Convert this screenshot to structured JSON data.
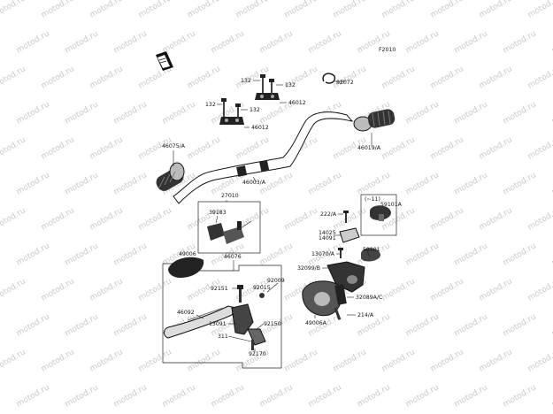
{
  "diagram": {
    "figure_code": "F2010",
    "watermark_text": "motod.ru",
    "part_labels": [
      "132",
      "132",
      "132",
      "132",
      "92072",
      "46012",
      "46012",
      "46075/A",
      "46019/A",
      "46003/A",
      "27010",
      "39183",
      "49006",
      "46076",
      "92151",
      "92015",
      "92009",
      "46092",
      "13091",
      "311",
      "92150",
      "92170",
      "(~11)",
      "59101A",
      "222/A",
      "14025",
      "14091",
      "13070/A",
      "59101",
      "32099/B",
      "49006A",
      "32089A/C",
      "214/A"
    ]
  }
}
